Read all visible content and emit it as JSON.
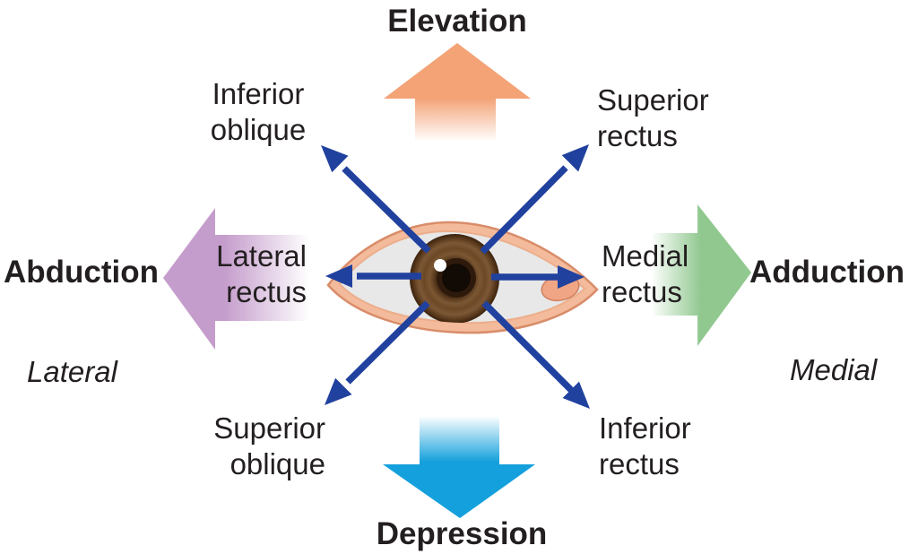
{
  "colors": {
    "elevation_arrow": "#F3A376",
    "depression_arrow": "#14A0DC",
    "abduction_arrow": "#C59DCC",
    "adduction_arrow": "#90C88F",
    "muscle_arrow": "#21419E",
    "text": "#231F20"
  },
  "directions": {
    "elevation": "Elevation",
    "depression": "Depression",
    "abduction": "Abduction",
    "adduction": "Adduction"
  },
  "sides": {
    "lateral": "Lateral",
    "medial": "Medial"
  },
  "muscles": {
    "inferior_oblique": "Inferior\noblique",
    "superior_rectus": "Superior\nrectus",
    "lateral_rectus": "Lateral\nrectus",
    "medial_rectus": "Medial\nrectus",
    "superior_oblique": "Superior\noblique",
    "inferior_rectus": "Inferior\nrectus"
  }
}
